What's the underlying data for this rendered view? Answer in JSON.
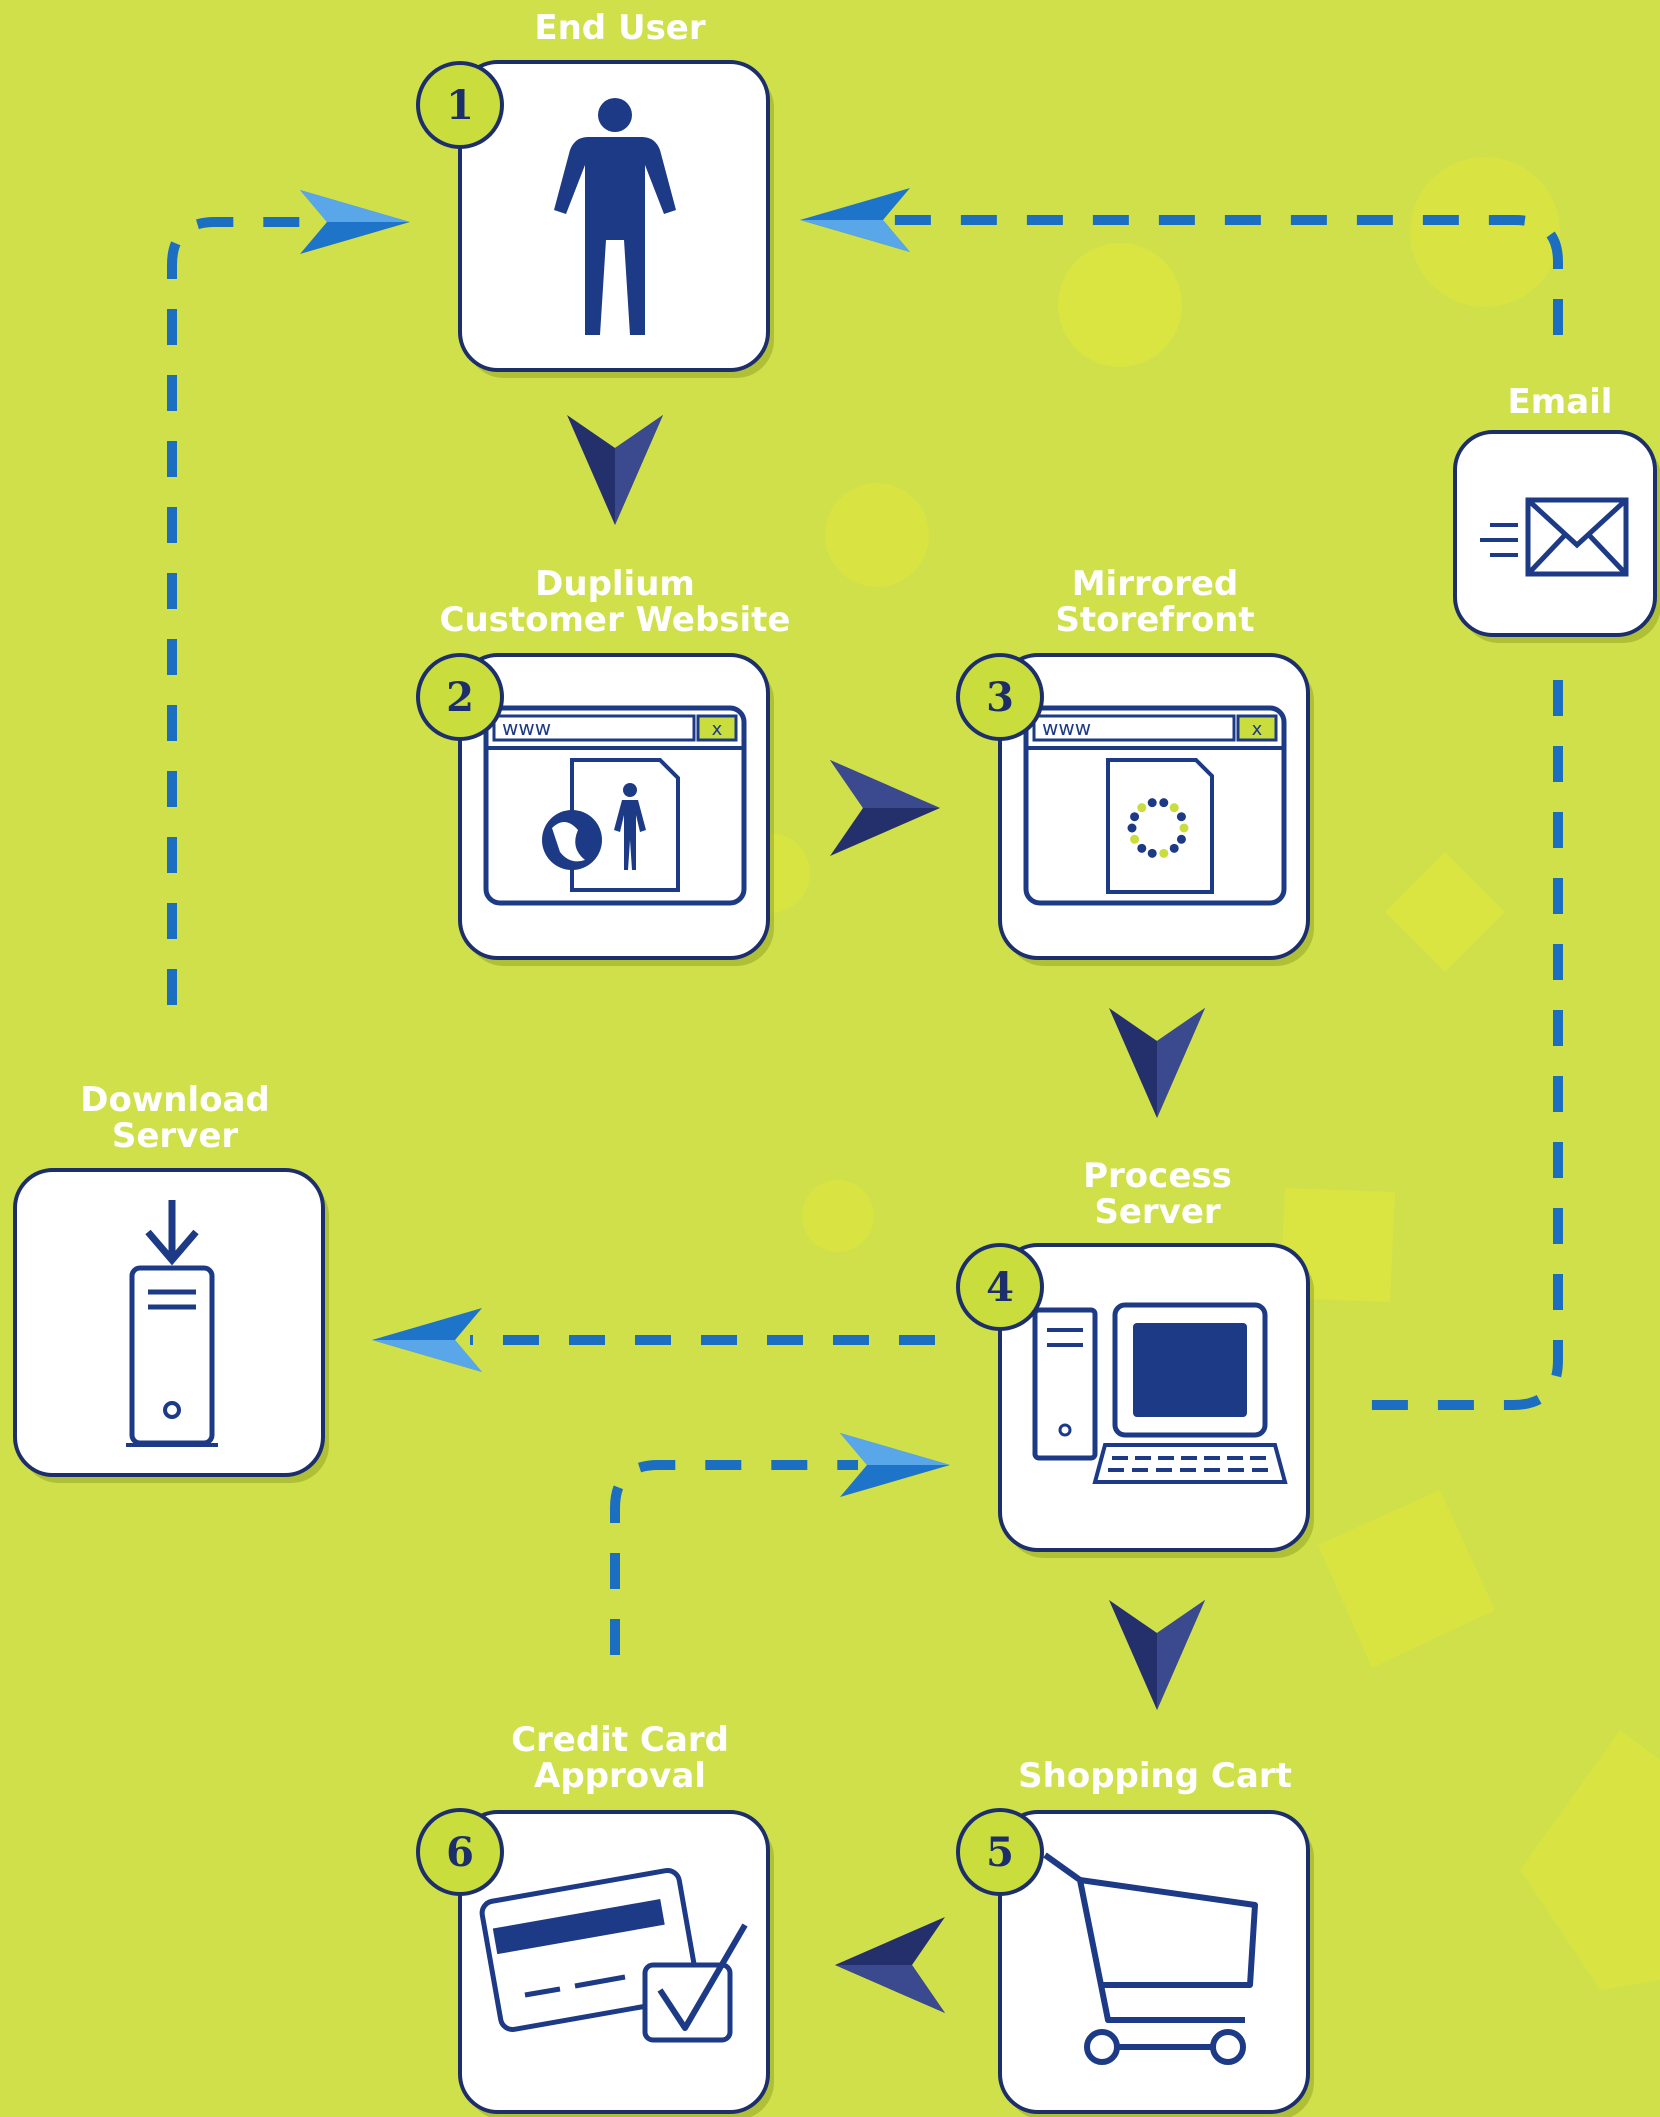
{
  "colors": {
    "background": "#cfe04a",
    "card_fill": "#ffffff",
    "card_stroke": "#1d2f6b",
    "icon_navy": "#1d3a86",
    "badge_fill": "#c9dd3c",
    "badge_text": "#1d2f6b",
    "arrow_navy": "#24306c",
    "dashed_line": "#1c6fc0",
    "label_text": "#ffffff"
  },
  "nodes": [
    {
      "id": "end-user",
      "badge": "1",
      "label": [
        "End User"
      ],
      "icon": "person-icon"
    },
    {
      "id": "customer-website",
      "badge": "2",
      "label": [
        "Duplium",
        "Customer Website"
      ],
      "icon": "browser-globe-person-icon",
      "url_text": "www",
      "close_text": "x"
    },
    {
      "id": "mirrored-storefront",
      "badge": "3",
      "label": [
        "Mirrored",
        "Storefront"
      ],
      "icon": "browser-spinner-icon",
      "url_text": "www",
      "close_text": "x"
    },
    {
      "id": "process-server",
      "badge": "4",
      "label": [
        "Process",
        "Server"
      ],
      "icon": "computer-icon"
    },
    {
      "id": "shopping-cart",
      "badge": "5",
      "label": [
        "Shopping Cart"
      ],
      "icon": "shopping-cart-icon"
    },
    {
      "id": "credit-card-approval",
      "badge": "6",
      "label": [
        "Credit Card",
        "Approval"
      ],
      "icon": "credit-card-check-icon"
    },
    {
      "id": "download-server",
      "badge": "",
      "label": [
        "Download",
        "Server"
      ],
      "icon": "download-server-icon"
    },
    {
      "id": "email",
      "badge": "",
      "label": [
        "Email"
      ],
      "icon": "email-icon"
    }
  ],
  "edges": [
    {
      "from": "end-user",
      "to": "customer-website",
      "style": "solid"
    },
    {
      "from": "customer-website",
      "to": "mirrored-storefront",
      "style": "solid"
    },
    {
      "from": "mirrored-storefront",
      "to": "process-server",
      "style": "solid"
    },
    {
      "from": "process-server",
      "to": "shopping-cart",
      "style": "solid"
    },
    {
      "from": "shopping-cart",
      "to": "credit-card-approval",
      "style": "solid"
    },
    {
      "from": "credit-card-approval",
      "to": "process-server",
      "style": "dashed"
    },
    {
      "from": "process-server",
      "to": "download-server",
      "style": "dashed"
    },
    {
      "from": "download-server",
      "to": "end-user",
      "style": "dashed"
    },
    {
      "from": "process-server",
      "to": "email",
      "style": "dashed"
    },
    {
      "from": "email",
      "to": "end-user",
      "style": "dashed"
    }
  ]
}
